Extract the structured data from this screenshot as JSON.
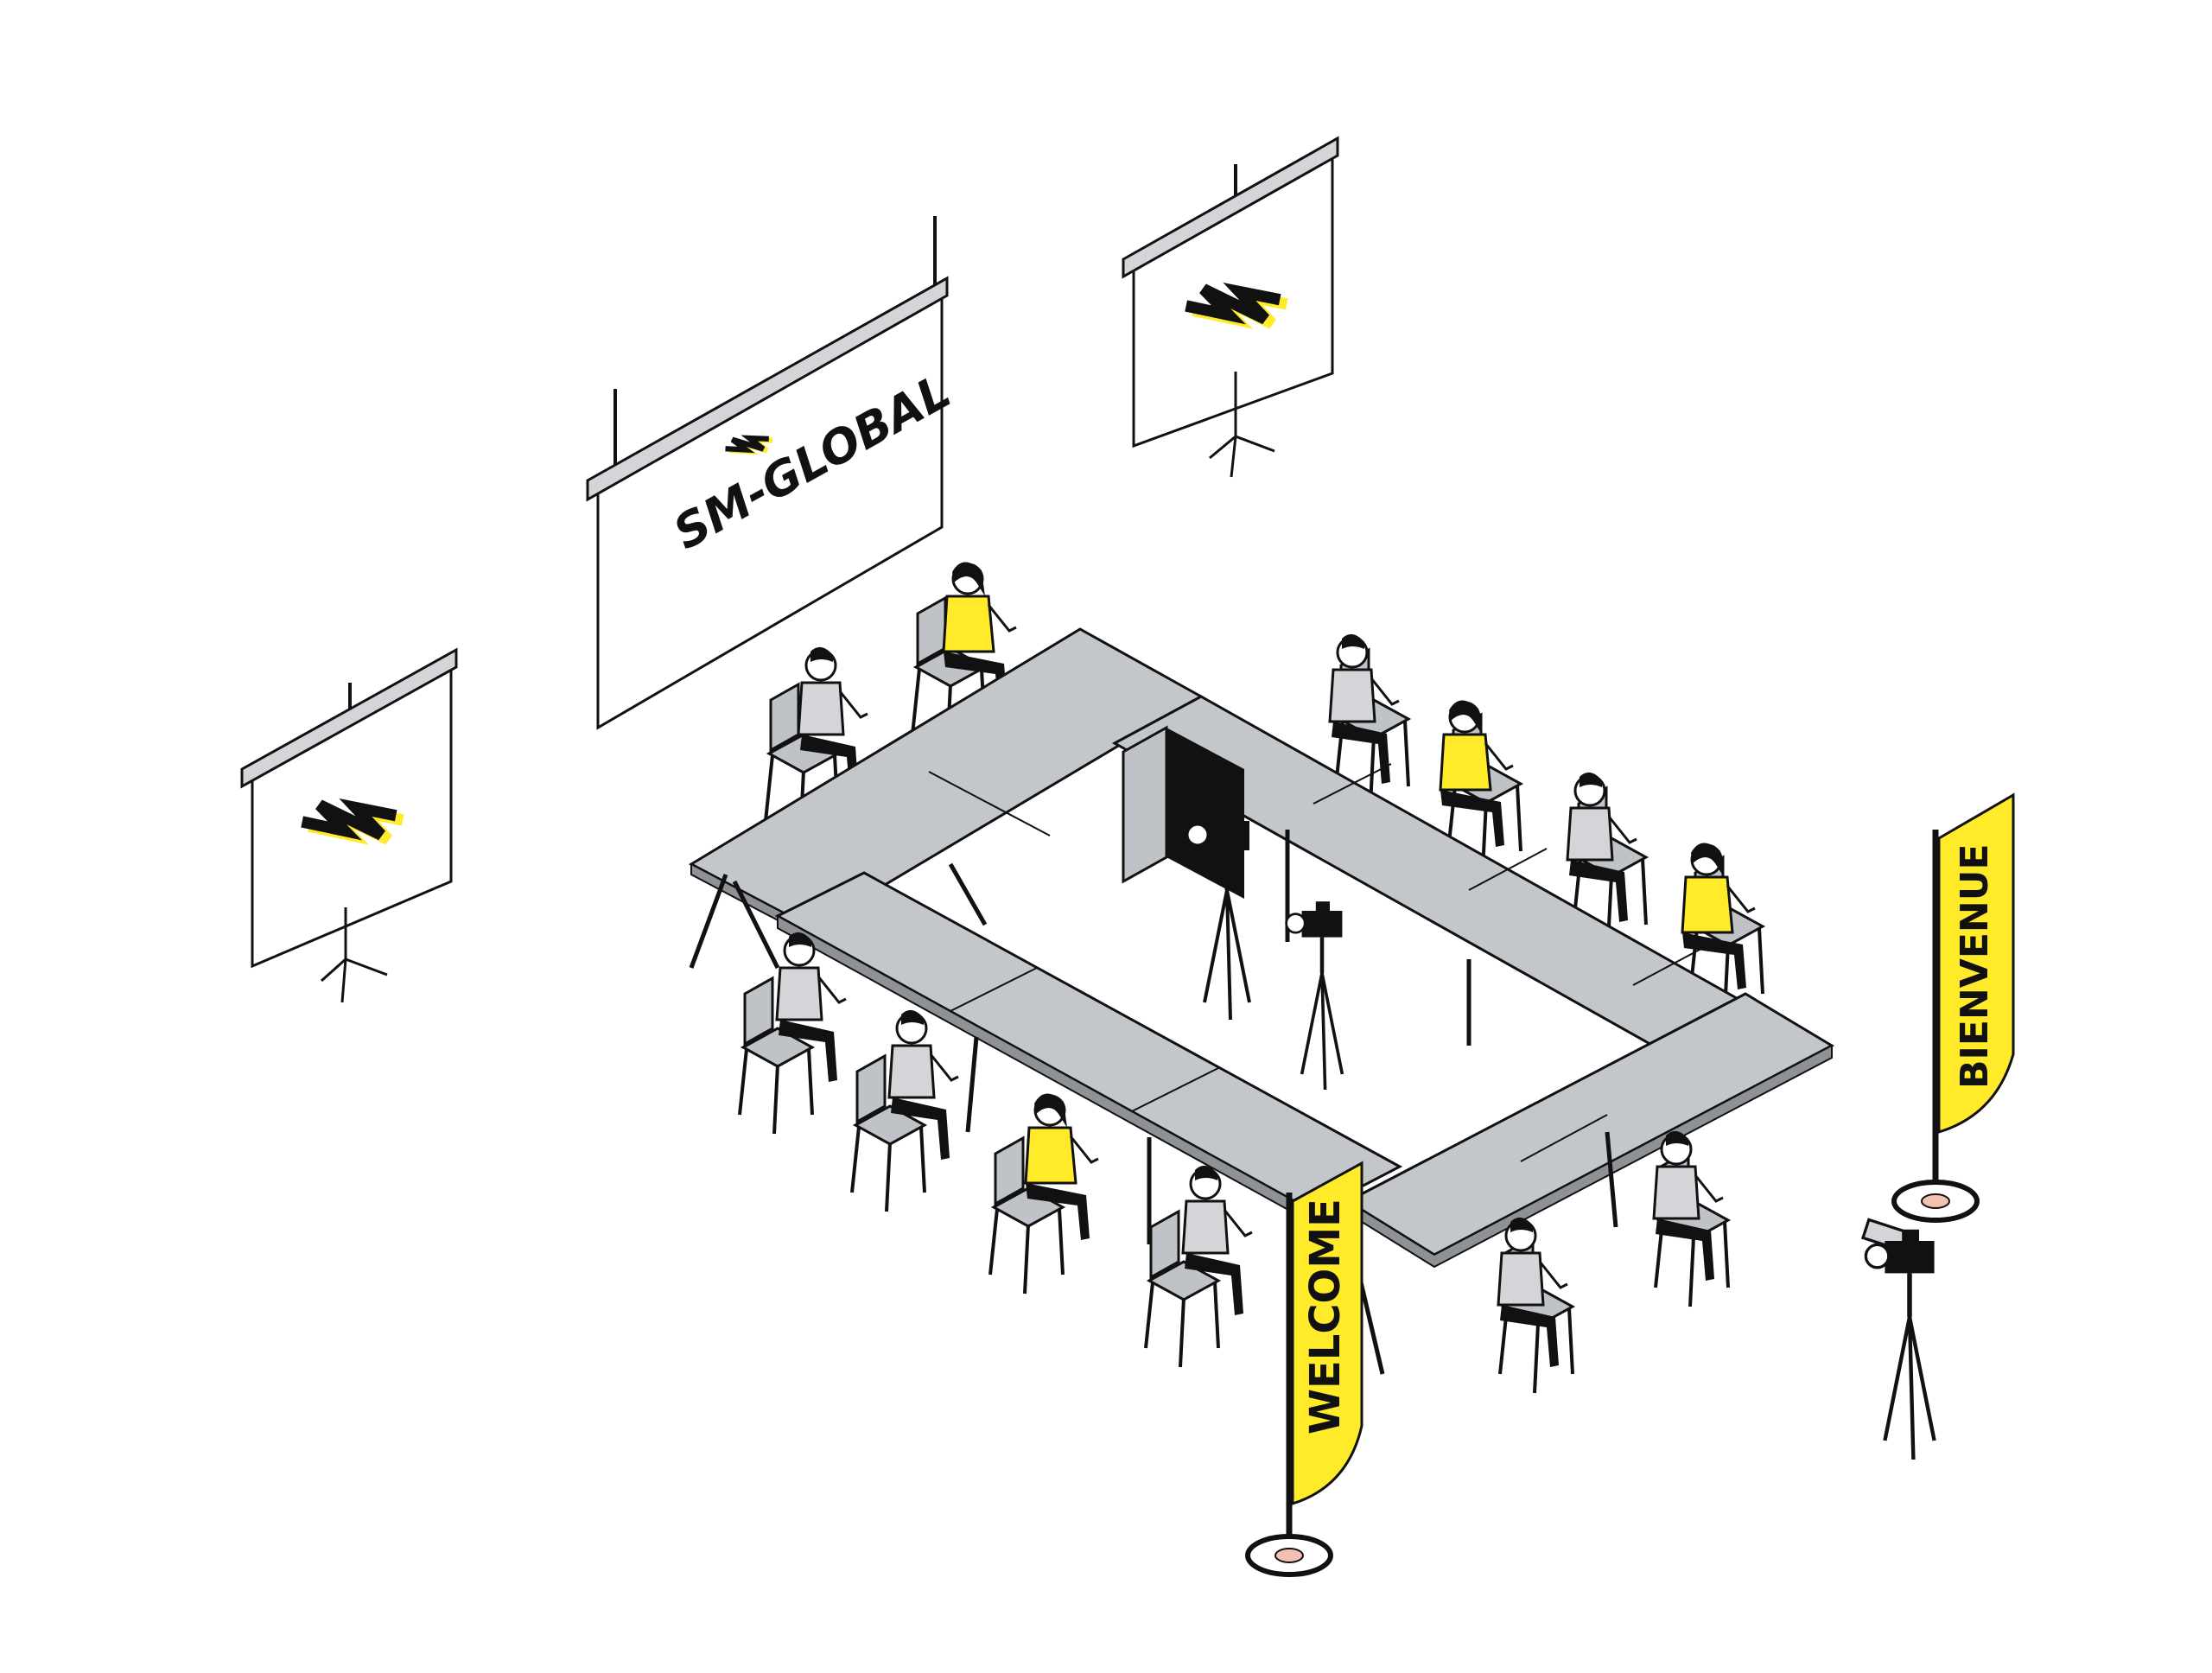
{
  "scene": {
    "brand_text": "SM-GLOBAL",
    "flag_left_text": "WELCOME",
    "flag_right_text": "BIENVENUE"
  },
  "colors": {
    "accent": "#FFEB2A",
    "table": "#C3C6CA",
    "table_dark": "#8E9196",
    "line": "#111111",
    "screen": "#FFFFFF",
    "chair": "#BFC2C6",
    "clothing_gray": "#D3D5D8"
  },
  "icons": {
    "brand_mark": "sm-global-logo",
    "camera": "video-camera-icon"
  }
}
